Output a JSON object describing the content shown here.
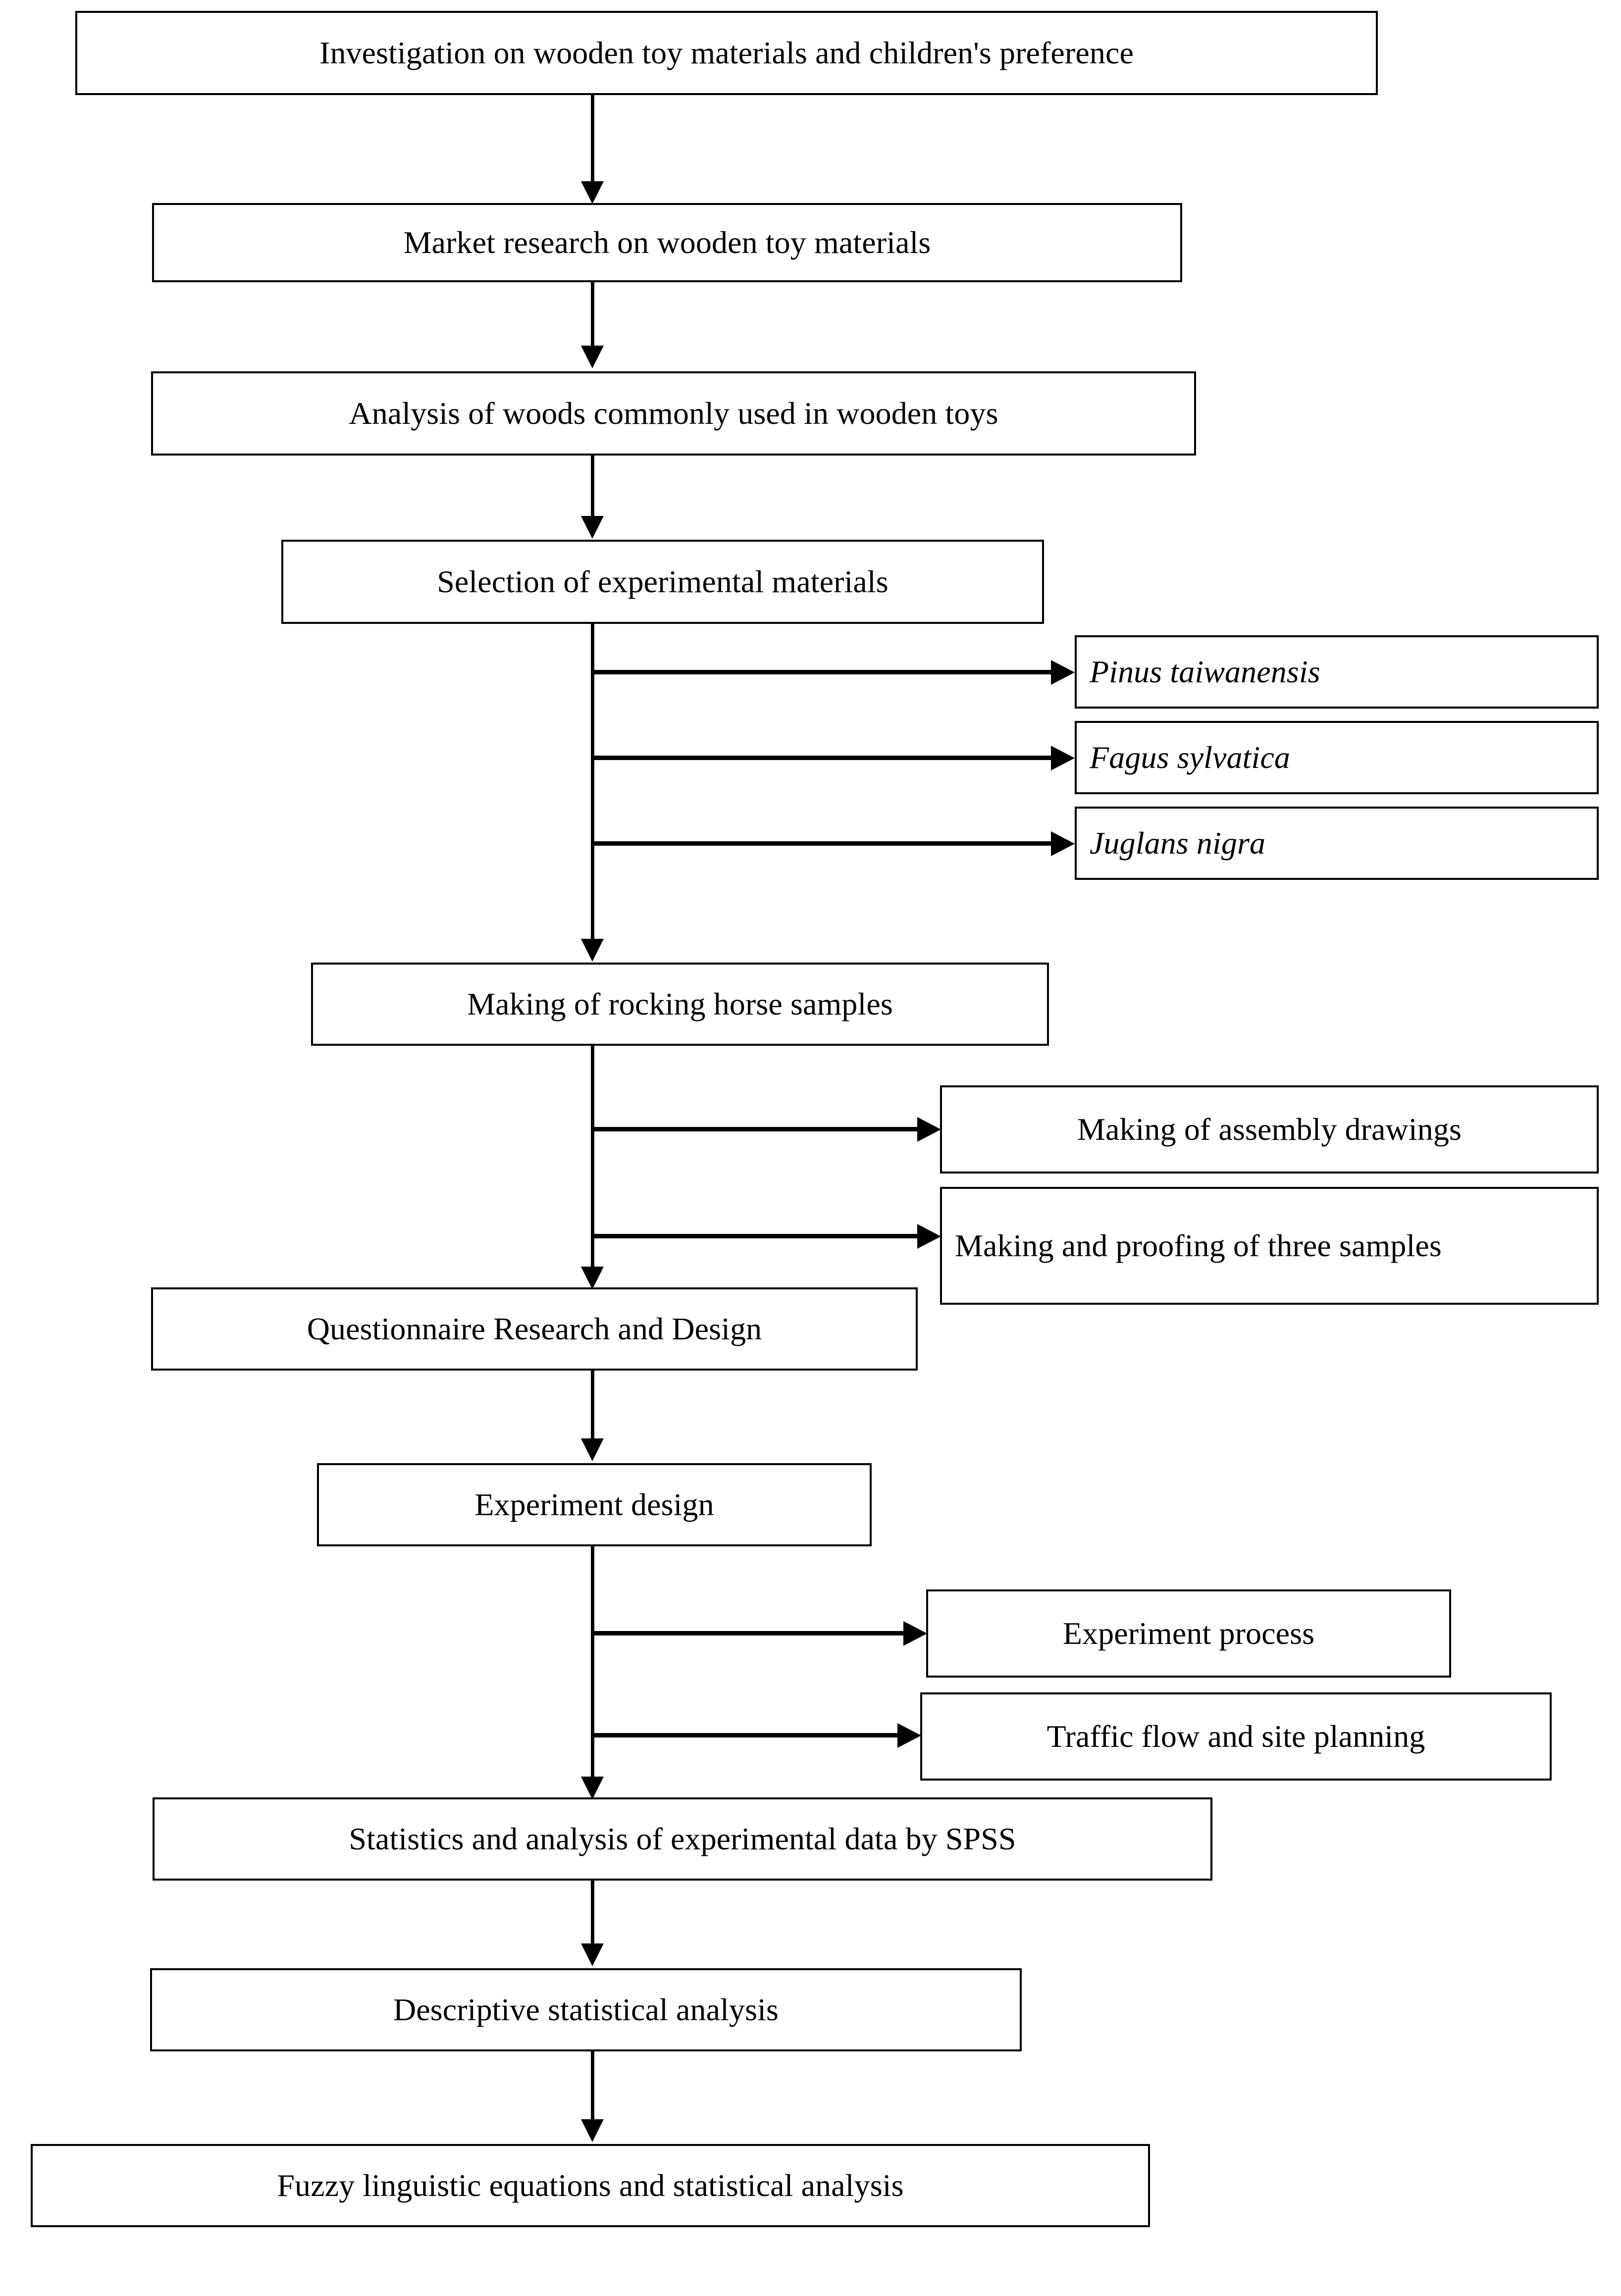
{
  "diagram": {
    "type": "flowchart",
    "title": "Research methodology flowchart for wooden toy material study",
    "orientation": "top-to-bottom",
    "background_color": "#ffffff",
    "line_color": "#000000",
    "text_color": "#000000",
    "main_nodes": [
      {
        "id": "n1",
        "label": "Investigation on wooden toy materials and children's preference"
      },
      {
        "id": "n2",
        "label": "Market research on wooden toy materials"
      },
      {
        "id": "n3",
        "label": "Analysis of woods commonly used in wooden toys"
      },
      {
        "id": "n4",
        "label": "Selection of experimental materials"
      },
      {
        "id": "n5",
        "label": "Making of rocking horse samples"
      },
      {
        "id": "n6",
        "label": "Questionnaire Research and Design"
      },
      {
        "id": "n7",
        "label": "Experiment design"
      },
      {
        "id": "n8",
        "label": "Statistics and analysis of experimental data by SPSS"
      },
      {
        "id": "n9",
        "label": "Descriptive statistical analysis"
      },
      {
        "id": "n10",
        "label": "Fuzzy linguistic equations and statistical analysis"
      }
    ],
    "branch_nodes": [
      {
        "id": "b1",
        "label": "Pinus taiwanensis",
        "italic": true,
        "parent": "n4"
      },
      {
        "id": "b2",
        "label": "Fagus sylvatica",
        "italic": true,
        "parent": "n4"
      },
      {
        "id": "b3",
        "label": "Juglans nigra",
        "italic": true,
        "parent": "n4"
      },
      {
        "id": "b4",
        "label": "Making of assembly drawings",
        "italic": false,
        "parent": "n5"
      },
      {
        "id": "b5",
        "label": "Making and proofing of three samples",
        "italic": false,
        "parent": "n5"
      },
      {
        "id": "b6",
        "label": "Experiment process",
        "italic": false,
        "parent": "n7"
      },
      {
        "id": "b7",
        "label": "Traffic flow and site planning",
        "italic": false,
        "parent": "n7"
      }
    ],
    "edges": [
      {
        "from": "n1",
        "to": "n2",
        "style": "vertical-arrow"
      },
      {
        "from": "n2",
        "to": "n3",
        "style": "vertical-arrow"
      },
      {
        "from": "n3",
        "to": "n4",
        "style": "vertical-arrow"
      },
      {
        "from": "n4",
        "to": "b1",
        "style": "branch-arrow"
      },
      {
        "from": "n4",
        "to": "b2",
        "style": "branch-arrow"
      },
      {
        "from": "n4",
        "to": "b3",
        "style": "branch-arrow"
      },
      {
        "from": "n4",
        "to": "n5",
        "style": "vertical-arrow"
      },
      {
        "from": "n5",
        "to": "b4",
        "style": "branch-arrow"
      },
      {
        "from": "n5",
        "to": "b5",
        "style": "branch-arrow"
      },
      {
        "from": "n5",
        "to": "n6",
        "style": "vertical-arrow"
      },
      {
        "from": "n6",
        "to": "n7",
        "style": "vertical-arrow"
      },
      {
        "from": "n7",
        "to": "b6",
        "style": "branch-arrow"
      },
      {
        "from": "n7",
        "to": "b7",
        "style": "branch-arrow"
      },
      {
        "from": "n7",
        "to": "n8",
        "style": "vertical-arrow"
      },
      {
        "from": "n8",
        "to": "n9",
        "style": "vertical-arrow"
      },
      {
        "from": "n9",
        "to": "n10",
        "style": "vertical-arrow"
      }
    ]
  }
}
